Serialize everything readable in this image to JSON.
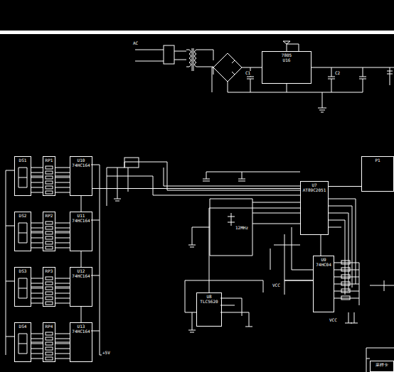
{
  "diagram": {
    "nodes": [
      {
        "text": [
          "7805",
          "U16"
        ]
      },
      {
        "text": [
          "DS1"
        ]
      },
      {
        "text": [
          "RP1"
        ]
      },
      {
        "text": [
          "U10",
          "74HC164"
        ]
      },
      {
        "text": [
          "DS2"
        ]
      },
      {
        "text": [
          "RP2"
        ]
      },
      {
        "text": [
          "U11",
          "74HC164"
        ]
      },
      {
        "text": [
          "DS3"
        ]
      },
      {
        "text": [
          "RP3"
        ]
      },
      {
        "text": [
          "U12",
          "74HC164"
        ]
      },
      {
        "text": [
          "DS4"
        ]
      },
      {
        "text": [
          "RP4"
        ]
      },
      {
        "text": [
          "U13",
          "74HC164"
        ]
      },
      {
        "text": [
          "U7",
          "AT89C2051"
        ]
      },
      {
        "text": [
          "U9",
          "74HC04"
        ]
      },
      {
        "text": [
          "U8",
          "TLC5620"
        ]
      },
      {
        "text": [
          "P1"
        ]
      },
      {
        "text": [
          "采样卡"
        ]
      }
    ],
    "edges": [
      {
        "from": 13,
        "to": 3,
        "arrow": "none"
      },
      {
        "from": 3,
        "to": 6,
        "arrow": "none"
      },
      {
        "from": 6,
        "to": 9,
        "arrow": "none"
      },
      {
        "from": 9,
        "to": 12,
        "arrow": "none"
      },
      {
        "from": 3,
        "to": 2,
        "arrow": "none"
      },
      {
        "from": 2,
        "to": 1,
        "arrow": "none"
      },
      {
        "from": 6,
        "to": 5,
        "arrow": "none"
      },
      {
        "from": 5,
        "to": 4,
        "arrow": "none"
      },
      {
        "from": 9,
        "to": 8,
        "arrow": "none"
      },
      {
        "from": 8,
        "to": 7,
        "arrow": "none"
      },
      {
        "from": 12,
        "to": 11,
        "arrow": "none"
      },
      {
        "from": 11,
        "to": 10,
        "arrow": "none"
      },
      {
        "from": 13,
        "to": 14,
        "arrow": "none"
      },
      {
        "from": 13,
        "to": 15,
        "arrow": "none"
      },
      {
        "from": 13,
        "to": 16,
        "arrow": "none"
      }
    ],
    "labels": [
      "AC",
      "VCC",
      "VCC",
      "+5V",
      "12MHz",
      "C1",
      "C2"
    ]
  }
}
